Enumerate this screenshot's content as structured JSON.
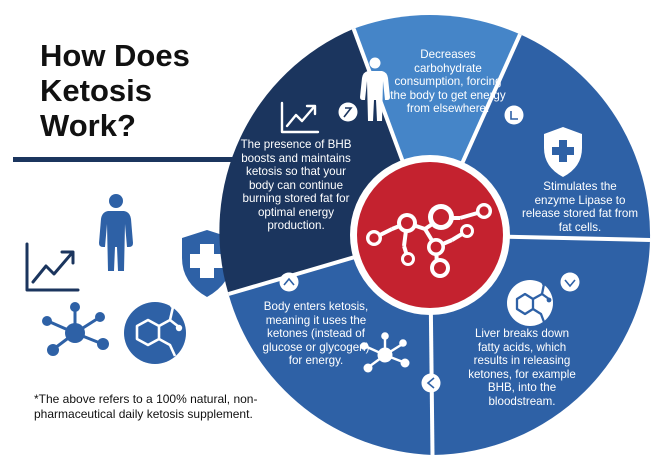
{
  "title": "How Does Ketosis Work?",
  "title_lines": [
    "How Does",
    "Ketosis",
    "Work?"
  ],
  "footnote": "*The above refers to a 100% natural, non-pharmaceutical daily ketosis supplement.",
  "colors": {
    "navy": "#1b355e",
    "blue_mid": "#2e61a6",
    "blue_light": "#4585c8",
    "red_center": "#c4222f",
    "title": "#111111"
  },
  "segments": [
    {
      "text": "Decreases carbohydrate consumption, forcing the body to get energy from elsewhere.",
      "icon": "human-figure-icon",
      "color": "#4585c8"
    },
    {
      "text": "Stimulates the enzyme Lipase to release stored fat from fat cells.",
      "icon": "shield-plus-icon",
      "color": "#2e61a6"
    },
    {
      "text": "Liver breaks down fatty acids, which results in releasing ketones, for example BHB, into the bloodstream.",
      "icon": "molecule-icon",
      "color": "#2e61a6"
    },
    {
      "text": "Body enters ketosis, meaning it uses the ketones (instead of glucose or glycogen) for energy.",
      "icon": "network-icon",
      "color": "#2e61a6"
    },
    {
      "text": "The presence of BHB boosts and maintains ketosis so that your body can continue burning stored fat for optimal energy production.",
      "icon": "growth-chart-icon",
      "color": "#1b355e"
    }
  ],
  "left_icons": [
    "growth-chart-icon",
    "human-figure-icon",
    "shield-plus-icon",
    "network-icon",
    "molecule-icon"
  ]
}
